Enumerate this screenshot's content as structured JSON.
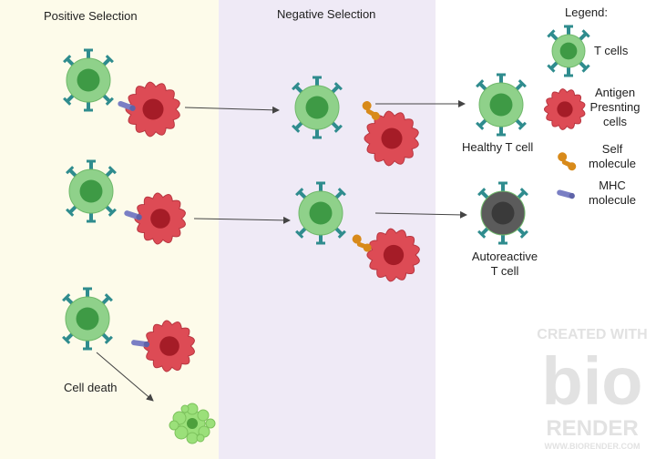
{
  "panels": {
    "positive_title": "Positive Selection",
    "negative_title": "Negative Selection",
    "legend_title": "Legend:"
  },
  "labels": {
    "healthy": "Healthy T cell",
    "autoreactive_line1": "Autoreactive",
    "autoreactive_line2": "T cell",
    "cell_death": "Cell death"
  },
  "legend": {
    "t_cells": "T cells",
    "apc_line1": "Antigen",
    "apc_line2": "Presnting",
    "apc_line3": "cells",
    "self_line1": "Self",
    "self_line2": "molecule",
    "mhc_line1": "MHC",
    "mhc_line2": "molecule"
  },
  "watermark": {
    "line1": "CREATED WITH",
    "logo": "bio",
    "line2": "RENDER",
    "url": "WWW.BIORENDER.COM"
  },
  "colors": {
    "tcell_outer": "#8fd18a",
    "tcell_inner": "#3e9a45",
    "apc_outer": "#dd4b55",
    "apc_inner": "#a51c27",
    "self_molecule": "#d88a1a",
    "mhc_molecule": "#7a7fc4",
    "receptor": "#2f8c8e",
    "autoreactive": "#5b5b5b",
    "dead_cell": "#9be07a"
  }
}
